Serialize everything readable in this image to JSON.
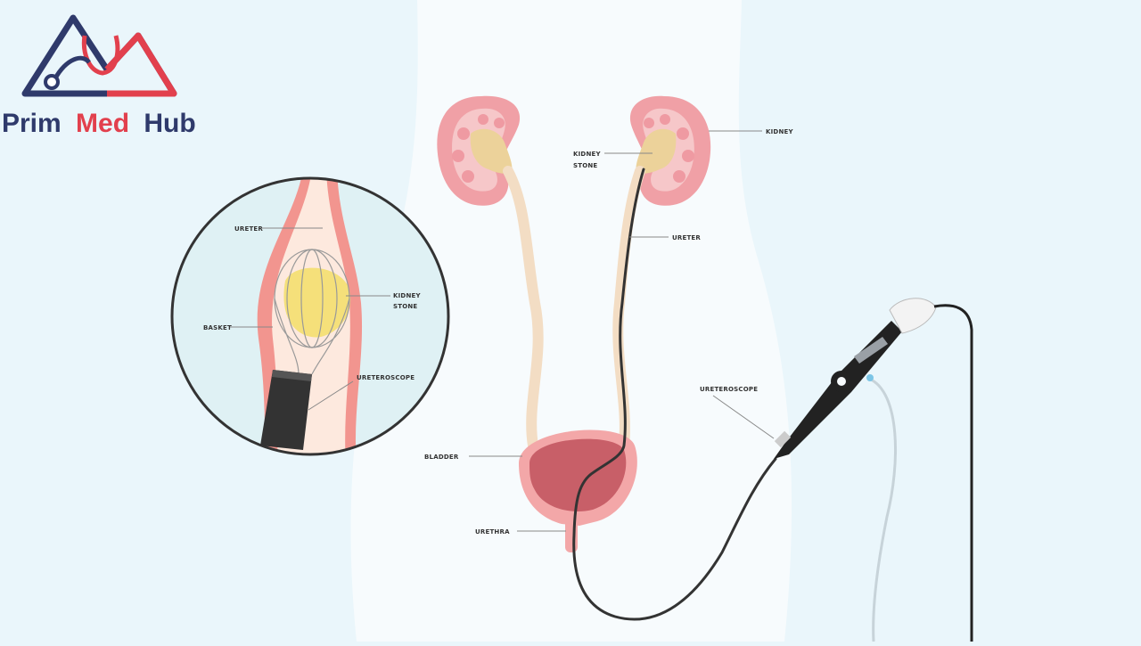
{
  "brand": {
    "part1": "Prim",
    "part2": "Med",
    "part3": "Hub",
    "color_navy": "#2f3a6b",
    "color_red": "#e2404d"
  },
  "labels": {
    "kidney": "KIDNEY",
    "kidney_stone_line1": "KIDNEY",
    "kidney_stone_line2": "STONE",
    "ureter": "URETER",
    "ureteroscope": "URETEROSCOPE",
    "bladder": "BLADDER",
    "urethra": "URETHRA"
  },
  "inset": {
    "ureter": "URETER",
    "kidney_stone_line1": "KIDNEY",
    "kidney_stone_line2": "STONE",
    "basket": "BASKET",
    "ureteroscope": "URETEROSCOPE"
  },
  "colors": {
    "background": "#eaf6fb",
    "body_silhouette": "#f7fbfd",
    "kidney": "#f0a0a6",
    "kidney_inner": "#f6c7c9",
    "stone": "#ecd29a",
    "ureter": "#f3ddc4",
    "bladder_outer": "#f3a7a8",
    "bladder_inner": "#c85f68",
    "scope": "#222222",
    "inset_stone": "#f5e07a"
  }
}
